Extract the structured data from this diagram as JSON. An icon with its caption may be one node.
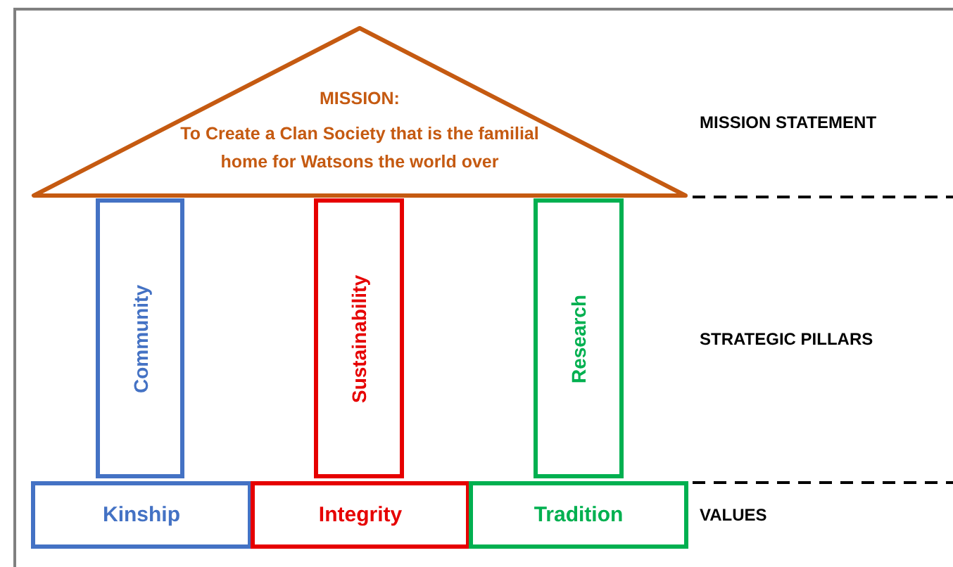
{
  "diagram": {
    "nodes": [
      {
        "text": [
          "MISSION:",
          "To Create a Clan Society that is the familial home for Watsons the world over"
        ]
      },
      {
        "text": [
          "Community"
        ]
      },
      {
        "text": [
          "Sustainability"
        ]
      },
      {
        "text": [
          "Research"
        ]
      },
      {
        "text": [
          "Kinship"
        ]
      },
      {
        "text": [
          "Integrity"
        ]
      },
      {
        "text": [
          "Tradition"
        ]
      }
    ],
    "labels": [
      "MISSION STATEMENT",
      "STRATEGIC PILLARS",
      "VALUES"
    ]
  }
}
